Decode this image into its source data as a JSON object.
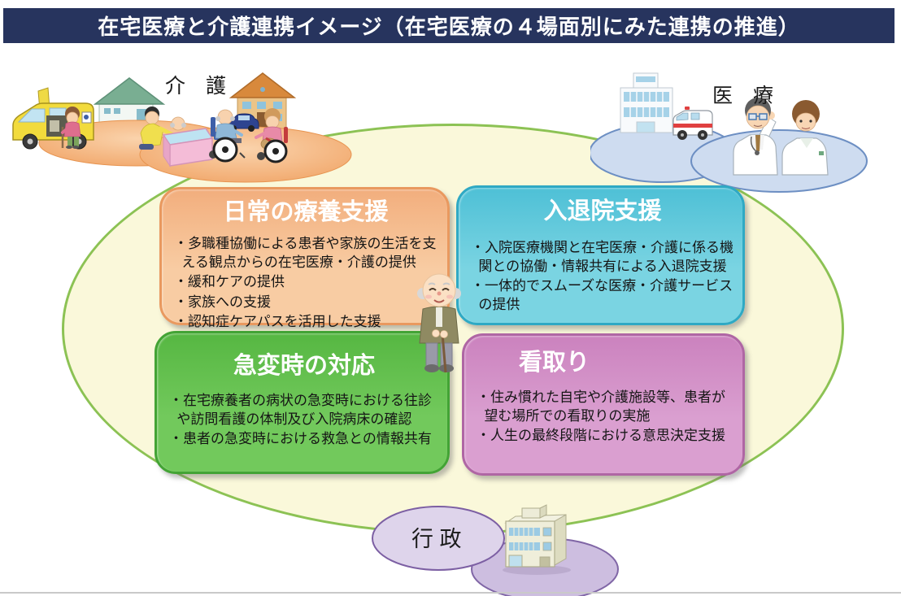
{
  "title": "在宅医療と介護連携イメージ（在宅医療の４場面別にみた連携の推進）",
  "sectors": {
    "care": "介　護",
    "medical": "医　療",
    "government": "行 政"
  },
  "boxes": {
    "daily": {
      "title": "日常の療養支援",
      "bullets": [
        "・多職種協働による患者や家族の生活を支える観点からの在宅医療・介護の提供",
        "・緩和ケアの提供",
        "・家族への支援",
        "・認知症ケアパスを活用した支援"
      ]
    },
    "admission": {
      "title": "入退院支援",
      "bullets": [
        "・入院医療機関と在宅医療・介護に係る機関との協働・情報共有による入退院支援",
        "・一体的でスムーズな医療・介護サービスの提供"
      ]
    },
    "emergency": {
      "title": "急変時の対応",
      "bullets": [
        "・在宅療養者の病状の急変時における往診や訪問看護の体制及び入院病床の確認",
        "・患者の急変時における救急との情報共有"
      ]
    },
    "mitori": {
      "title": "看取り",
      "bullets": [
        "・住み慣れた自宅や介護施設等、患者が望む場所での看取りの実施",
        "・人生の最終段階における意思決定支援"
      ]
    }
  },
  "illustrations": {
    "care_scene": "nursing-care-scene (welfare van, houses, bathing assistance, wheelchairs)",
    "medical_scene": "medical-scene (hospital, ambulance, two doctors)",
    "government_scene": "government-office-building",
    "center_figure": "elderly-person-with-cane"
  },
  "colors": {
    "title_bar": "#27345E",
    "field_fill": "#FAF8DA",
    "field_border": "#8CC254",
    "daily_c1": "#F2AE7D",
    "daily_c2": "#F8CCA3",
    "daily_bd": "#E9995F",
    "admission_c1": "#4EC0D6",
    "admission_c2": "#7AD4E2",
    "admission_bd": "#2FA9C4",
    "emergency_c1": "#56B742",
    "emergency_c2": "#72C95C",
    "emergency_bd": "#43A335",
    "mitori_c1": "#CB82BE",
    "mitori_c2": "#DA9FD0",
    "mitori_bd": "#AF66A4"
  }
}
